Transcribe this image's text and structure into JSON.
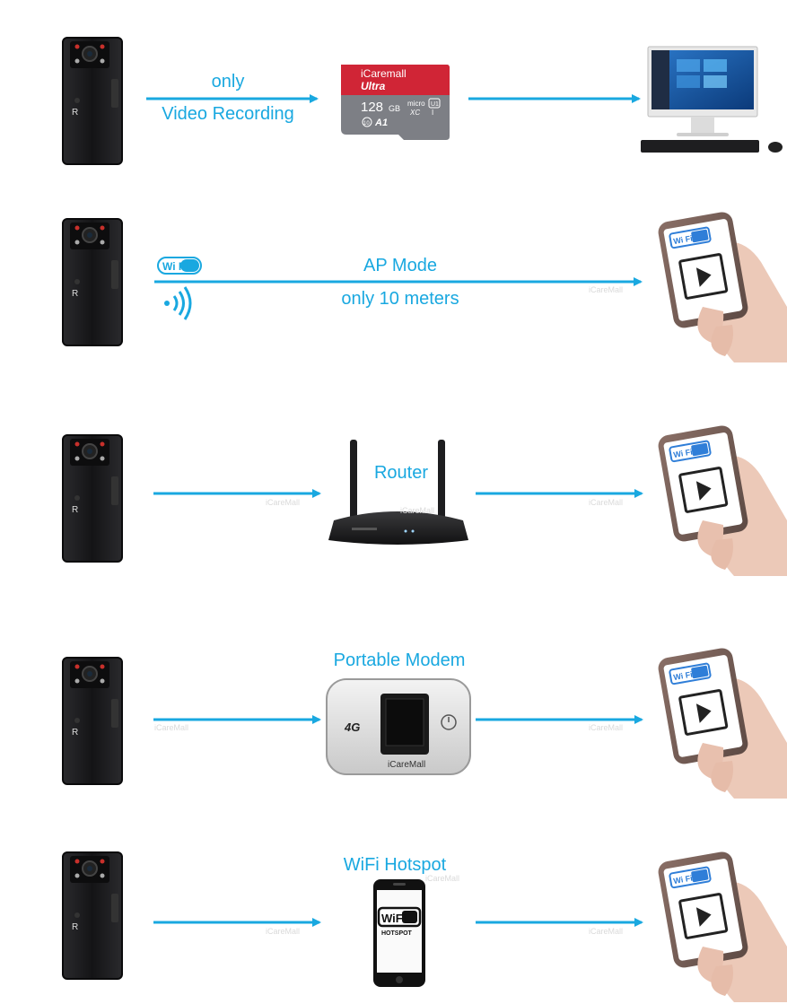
{
  "rows": [
    {
      "line1": "only",
      "line2": "Video Recording",
      "sd_card": {
        "brand": "iCaremall",
        "series": "Ultra",
        "capacity": "128",
        "unit": "GB",
        "class": "10",
        "rating": "A1",
        "badge": "U1",
        "format": "XC",
        "logo": "micro",
        "roman": "I"
      }
    },
    {
      "wifi_badge": "Wi Fi",
      "line1": "AP Mode",
      "line2": "only 10 meters",
      "watermark": "iCareMall"
    },
    {
      "label": "Router",
      "watermarks": [
        "iCareMall",
        "iCareMall",
        "iCareMall"
      ]
    },
    {
      "label": "Portable Modem",
      "modem_badge": "4G",
      "modem_brand": "iCareMall",
      "watermarks": [
        "iCareMall",
        "iCareMall"
      ]
    },
    {
      "label": "WiFi Hotspot",
      "hotspot_wifi": "WiFi",
      "hotspot_text": "HOTSPOT",
      "watermarks": [
        "iCareMall",
        "iCareMall",
        "iCareMall"
      ]
    }
  ],
  "camera_button_letter": "R",
  "phone_wifi_badge": "Wi Fi",
  "colors": {
    "arrow": "#19a8e0",
    "label": "#19a8e0",
    "card_red": "#d02536",
    "card_gray": "#7d7f85",
    "camera": "#1b1b1d"
  }
}
